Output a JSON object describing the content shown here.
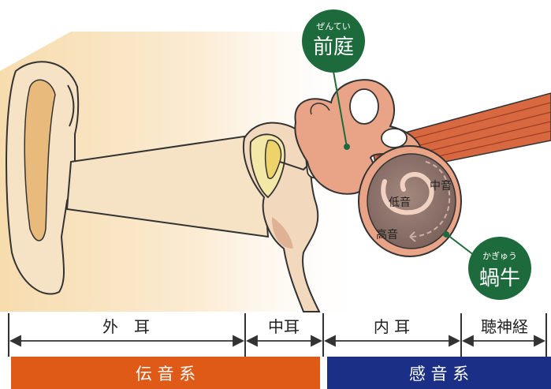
{
  "callouts": {
    "vestibule": {
      "ruby": "ぜんてい",
      "kanji": "前庭"
    },
    "cochlea": {
      "ruby": "かぎゅう",
      "kanji": "蝸牛"
    }
  },
  "cochlea_labels": {
    "low": "低音",
    "mid": "中音",
    "high": "高音"
  },
  "sections": {
    "outer_ear": "外　耳",
    "middle_ear": "中耳",
    "inner_ear": "内 耳",
    "auditory_nerve": "聴神経"
  },
  "systems": {
    "conductive": "伝 音 系",
    "sensorineural": "感 音 系"
  },
  "colors": {
    "conductive_bar": "#e05a17",
    "sensorineural_bar": "#1b2f86",
    "callout_circle": "#1d6b3c",
    "skin": "#f6e3c6",
    "inner_ear": "#e9a487",
    "nerve": "#d7683f"
  }
}
